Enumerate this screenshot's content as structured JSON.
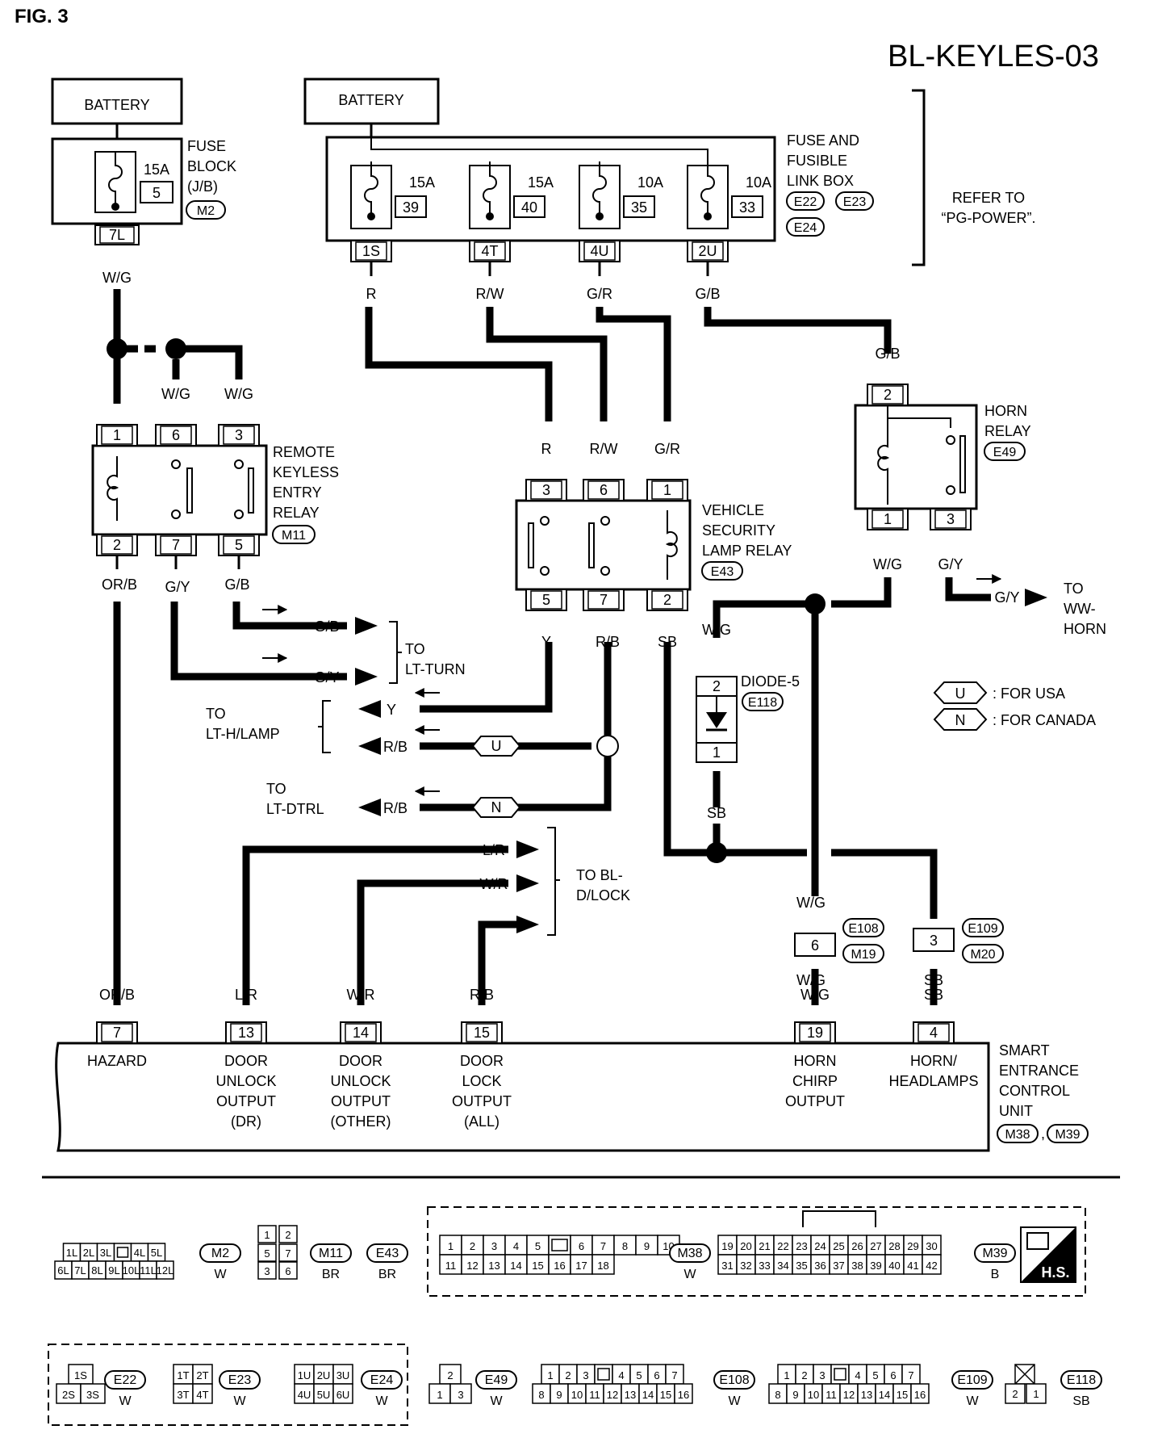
{
  "figure": {
    "number": "FIG. 3",
    "code": "BL-KEYLES-03"
  },
  "batteries": {
    "left": "BATTERY",
    "right": "BATTERY"
  },
  "fuse_block": {
    "name": [
      "FUSE",
      "BLOCK",
      "(J/B)"
    ],
    "connector": "M2",
    "fuse_amp": "15A",
    "fuse_no": "5",
    "term": "7L",
    "wire": "W/G"
  },
  "fusible_link_box": {
    "name": [
      "FUSE AND",
      "FUSIBLE",
      "LINK BOX"
    ],
    "connectors": [
      "E22",
      "E23",
      "E24"
    ],
    "fuses": [
      {
        "amp": "15A",
        "no": "39",
        "term": "1S",
        "wire": "R"
      },
      {
        "amp": "15A",
        "no": "40",
        "term": "4T",
        "wire": "R/W"
      },
      {
        "amp": "10A",
        "no": "35",
        "term": "4U",
        "wire": "G/R"
      },
      {
        "amp": "10A",
        "no": "33",
        "term": "2U",
        "wire": "G/B"
      }
    ],
    "refer": [
      "REFER TO",
      "“PG-POWER”."
    ]
  },
  "rke_relay": {
    "name": [
      "REMOTE",
      "KEYLESS",
      "ENTRY",
      "RELAY"
    ],
    "connector": "M11",
    "top_terms": [
      "1",
      "6",
      "3"
    ],
    "bottom_terms": [
      "2",
      "7",
      "5"
    ],
    "top_wires": [
      "W/G",
      "W/G"
    ],
    "bottom_wires": [
      "OR/B",
      "G/Y",
      "G/B"
    ]
  },
  "security_relay": {
    "name": [
      "VEHICLE",
      "SECURITY",
      "LAMP RELAY"
    ],
    "connector": "E43",
    "top_terms": [
      "3",
      "6",
      "1"
    ],
    "bottom_terms": [
      "5",
      "7",
      "2"
    ],
    "top_wires": [
      "R",
      "R/W",
      "G/R"
    ],
    "bottom_wires": [
      "Y",
      "R/B",
      "SB"
    ]
  },
  "horn_relay": {
    "name": [
      "HORN",
      "RELAY"
    ],
    "connector": "E49",
    "top_term": "2",
    "top_wire": "G/B",
    "bottom_terms": [
      "1",
      "3"
    ],
    "bottom_wires": [
      "W/G",
      "G/Y"
    ]
  },
  "ww_horn": {
    "wire": "G/Y",
    "label": [
      "TO",
      "WW-",
      "HORN"
    ]
  },
  "lt_turn": {
    "wires": [
      "G/B",
      "G/Y"
    ],
    "label": [
      "TO",
      "LT-TURN"
    ]
  },
  "lt_hlamp": {
    "wires": [
      "Y",
      "R/B"
    ],
    "label": [
      "TO",
      "LT-H/LAMP"
    ],
    "variant": "U"
  },
  "lt_dtrl": {
    "wire": "R/B",
    "label": [
      "TO",
      "LT-DTRL"
    ],
    "variant": "N"
  },
  "bl_dlock": {
    "wires": [
      "L/R",
      "W/R"
    ],
    "label": [
      "TO BL-",
      "D/LOCK"
    ]
  },
  "diode": {
    "name": "DIODE-5",
    "connector": "E118",
    "terms": [
      "2",
      "1"
    ],
    "wire_in": "W/G",
    "wire_out": "SB"
  },
  "junctions": {
    "e108": [
      "E108",
      "M19"
    ],
    "e109": [
      "E109",
      "M20"
    ],
    "e108_term": "6",
    "e109_term": "3",
    "w1": "W/G",
    "w2": "W/G",
    "s1": "SB"
  },
  "legend": [
    {
      "code": "U",
      "text": ": FOR USA"
    },
    {
      "code": "N",
      "text": ": FOR CANADA"
    }
  ],
  "secu": {
    "name": [
      "SMART",
      "ENTRANCE",
      "CONTROL",
      "UNIT"
    ],
    "connectors": [
      "M38",
      "M39"
    ],
    "pins": [
      {
        "no": "7",
        "wire": "OR/B",
        "label": [
          "HAZARD"
        ]
      },
      {
        "no": "13",
        "wire": "L/R",
        "label": [
          "DOOR",
          "UNLOCK",
          "OUTPUT",
          "(DR)"
        ]
      },
      {
        "no": "14",
        "wire": "W/R",
        "label": [
          "DOOR",
          "UNLOCK",
          "OUTPUT",
          "(OTHER)"
        ]
      },
      {
        "no": "15",
        "wire": "R/B",
        "label": [
          "DOOR",
          "LOCK",
          "OUTPUT",
          "(ALL)"
        ]
      },
      {
        "no": "19",
        "wire": "W/G",
        "label": [
          "HORN",
          "CHIRP",
          "OUTPUT"
        ]
      },
      {
        "no": "4",
        "wire": "SB",
        "label": [
          "HORN/",
          "HEADLAMPS"
        ]
      }
    ]
  },
  "connector_views": {
    "m2": {
      "row1": [
        "1L",
        "2L",
        "3L",
        "",
        "4L",
        "5L"
      ],
      "row2": [
        "6L",
        "7L",
        "8L",
        "9L",
        "10L",
        "11L",
        "12L"
      ],
      "code": "M2",
      "color": "W"
    },
    "m11": {
      "top": [
        "1",
        "2"
      ],
      "row1": [
        "5",
        "7"
      ],
      "row2": [
        "3",
        "6"
      ],
      "code": "M11",
      "color": "BR"
    },
    "e43": {
      "code": "E43",
      "color": "BR"
    },
    "m38": {
      "row1": [
        "1",
        "2",
        "3",
        "4",
        "5",
        "",
        "6",
        "7",
        "8",
        "9",
        "10"
      ],
      "row2": [
        "11",
        "12",
        "13",
        "14",
        "15",
        "16",
        "17",
        "18"
      ],
      "code": "M38",
      "color": "W"
    },
    "m39": {
      "row1": [
        "19",
        "20",
        "21",
        "22",
        "23",
        "24",
        "25",
        "26",
        "27",
        "28",
        "29",
        "30"
      ],
      "row2": [
        "31",
        "32",
        "33",
        "34",
        "35",
        "36",
        "37",
        "38",
        "39",
        "40",
        "41",
        "42"
      ],
      "code": "M39",
      "color": "B"
    },
    "hs": "H.S.",
    "e22": {
      "row1": [
        "1S"
      ],
      "row2": [
        "2S",
        "3S"
      ],
      "code": "E22",
      "color": "W"
    },
    "e23": {
      "row1": [
        "1T",
        "2T"
      ],
      "row2": [
        "3T",
        "4T"
      ],
      "code": "E23",
      "color": "W"
    },
    "e24": {
      "row1": [
        "1U",
        "2U",
        "3U"
      ],
      "row2": [
        "4U",
        "5U",
        "6U"
      ],
      "code": "E24",
      "color": "W"
    },
    "e49": {
      "row1": [
        "2"
      ],
      "row2": [
        "1",
        "3"
      ],
      "code": "E49",
      "color": "W"
    },
    "e108": {
      "row1": [
        "1",
        "2",
        "3",
        "",
        "4",
        "5",
        "6",
        "7"
      ],
      "row2": [
        "8",
        "9",
        "10",
        "11",
        "12",
        "13",
        "14",
        "15",
        "16"
      ],
      "code": "E108",
      "color": "W"
    },
    "e109": {
      "row1": [
        "1",
        "2",
        "3",
        "",
        "4",
        "5",
        "6",
        "7"
      ],
      "row2": [
        "8",
        "9",
        "10",
        "11",
        "12",
        "13",
        "14",
        "15",
        "16"
      ],
      "code": "E109",
      "color": "W"
    },
    "e118": {
      "row2": [
        "2",
        "1"
      ],
      "code": "E118",
      "color": "SB"
    }
  }
}
